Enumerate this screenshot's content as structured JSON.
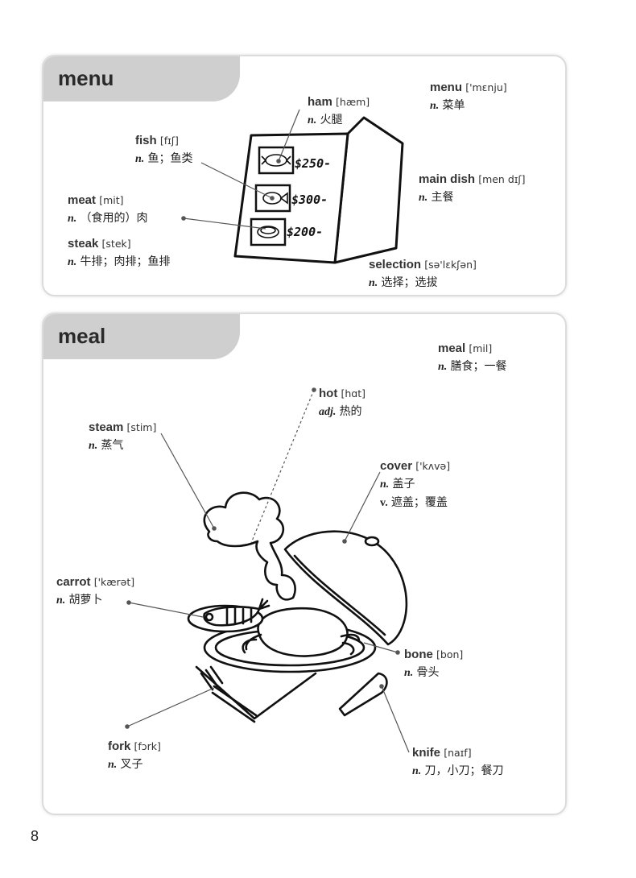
{
  "page_number": "8",
  "menu_section": {
    "title": "menu",
    "entries": {
      "ham": {
        "word": "ham",
        "phonetic": "[hæm]",
        "pos": "n.",
        "cn": "火腿"
      },
      "fish": {
        "word": "fish",
        "phonetic": "[fɪʃ]",
        "pos": "n.",
        "cn": "鱼；鱼类"
      },
      "meat": {
        "word": "meat",
        "phonetic": "[mit]",
        "pos": "n.",
        "cn": "（食用的）肉"
      },
      "steak": {
        "word": "steak",
        "phonetic": "[stek]",
        "pos": "n.",
        "cn": "牛排；肉排；鱼排"
      },
      "menu": {
        "word": "menu",
        "phonetic": "['mɛnju]",
        "pos": "n.",
        "cn": "菜单"
      },
      "main_dish": {
        "word": "main dish",
        "phonetic": "[men dɪʃ]",
        "pos": "n.",
        "cn": "主餐"
      },
      "selection": {
        "word": "selection",
        "phonetic": "[sə'lɛkʃən]",
        "pos": "n.",
        "cn": "选择；选拔"
      }
    },
    "prices": [
      "$250-",
      "$300-",
      "$200-"
    ]
  },
  "meal_section": {
    "title": "meal",
    "entries": {
      "meal": {
        "word": "meal",
        "phonetic": "[mil]",
        "pos": "n.",
        "cn": "膳食；一餐"
      },
      "hot": {
        "word": "hot",
        "phonetic": "[hɑt]",
        "pos": "adj.",
        "cn": "热的"
      },
      "steam": {
        "word": "steam",
        "phonetic": "[stim]",
        "pos": "n.",
        "cn": "蒸气"
      },
      "cover": {
        "word": "cover",
        "phonetic": "['kʌvə]",
        "pos": "n.",
        "cn": "盖子",
        "pos2": "v.",
        "cn2": "遮盖；覆盖"
      },
      "carrot": {
        "word": "carrot",
        "phonetic": "['kærət]",
        "pos": "n.",
        "cn": "胡萝卜"
      },
      "bone": {
        "word": "bone",
        "phonetic": "[bon]",
        "pos": "n.",
        "cn": "骨头"
      },
      "fork": {
        "word": "fork",
        "phonetic": "[fɔrk]",
        "pos": "n.",
        "cn": "叉子"
      },
      "knife": {
        "word": "knife",
        "phonetic": "[naɪf]",
        "pos": "n.",
        "cn": "刀，小刀；餐刀"
      }
    }
  }
}
